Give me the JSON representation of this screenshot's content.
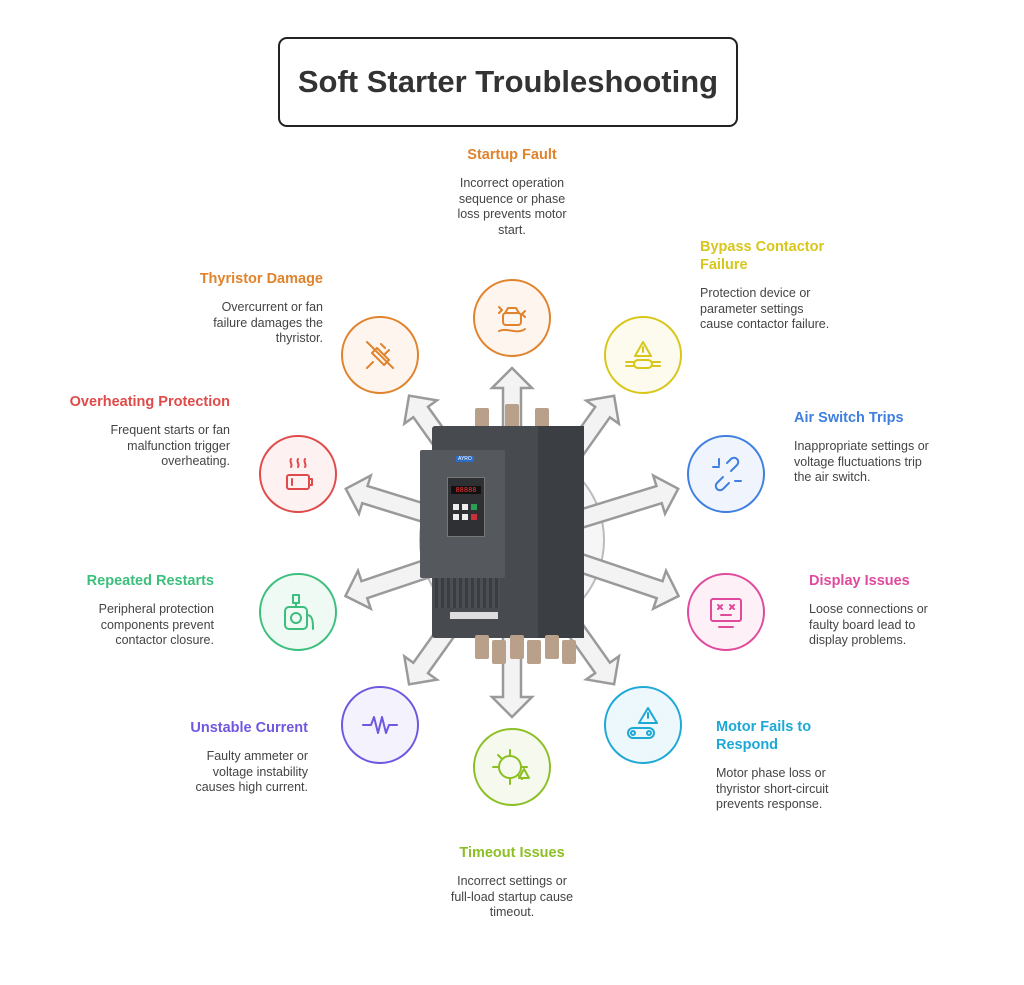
{
  "title": "Soft Starter Troubleshooting",
  "device": {
    "brand": "AYRO",
    "display": "88888"
  },
  "items": [
    {
      "id": "startup-fault",
      "title": "Startup Fault",
      "desc": "Incorrect operation sequence or phase loss prevents motor start.",
      "color": "#e0832c",
      "icon": "car-skid-icon"
    },
    {
      "id": "thyristor-damage",
      "title": "Thyristor Damage",
      "desc": "Overcurrent or fan failure damages the thyristor.",
      "color": "#e0832c",
      "icon": "unplugged-icon"
    },
    {
      "id": "bypass-contactor-failure",
      "title": "Bypass Contactor Failure",
      "desc": "Protection device or parameter settings cause contactor failure.",
      "color": "#d8c61a",
      "icon": "warning-conveyor-icon"
    },
    {
      "id": "overheating-protection",
      "title": "Overheating Protection",
      "desc": "Frequent starts or fan malfunction trigger overheating.",
      "color": "#e04a4a",
      "icon": "heat-battery-icon"
    },
    {
      "id": "air-switch-trips",
      "title": "Air Switch Trips",
      "desc": "Inappropriate settings or voltage fluctuations trip the air switch.",
      "color": "#3f7fe0",
      "icon": "broken-link-icon"
    },
    {
      "id": "repeated-restarts",
      "title": "Repeated Restarts",
      "desc": "Peripheral protection components prevent contactor closure.",
      "color": "#3cbf7c",
      "icon": "socket-plug-icon"
    },
    {
      "id": "display-issues",
      "title": "Display Issues",
      "desc": "Loose connections or faulty board lead to display problems.",
      "color": "#e04a9c",
      "icon": "broken-monitor-icon"
    },
    {
      "id": "unstable-current",
      "title": "Unstable Current",
      "desc": "Faulty ammeter or voltage instability causes high current.",
      "color": "#7157e0",
      "icon": "waveform-icon"
    },
    {
      "id": "motor-fails-to-respond",
      "title": "Motor Fails to Respond",
      "desc": "Motor phase loss or thyristor short-circuit prevents response.",
      "color": "#1da8d6",
      "icon": "warning-belt-icon"
    },
    {
      "id": "timeout-issues",
      "title": "Timeout Issues",
      "desc": "Incorrect settings or full-load startup cause timeout.",
      "color": "#8cbf24",
      "icon": "gear-warning-icon"
    }
  ]
}
